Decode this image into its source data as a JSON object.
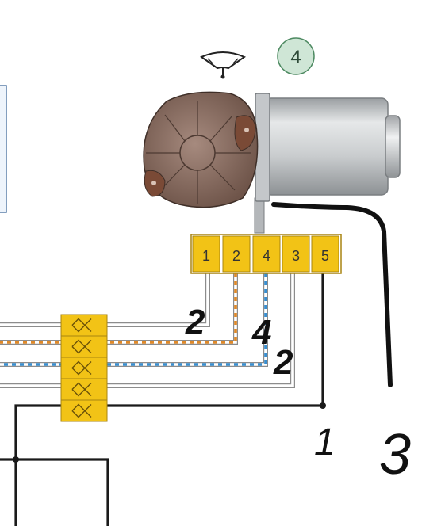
{
  "badge": {
    "label": "4",
    "fill": "#cfe6d6",
    "stroke": "#4e8a62"
  },
  "connector": {
    "fill": "#f2c316",
    "stroke": "#a88410",
    "pins": [
      "1",
      "2",
      "4",
      "3",
      "5"
    ]
  },
  "terminal_block": {
    "fill": "#f2c316",
    "rows": 5
  },
  "wire_colors": {
    "white": "#ffffff",
    "orange_stripe": "#e08a2a",
    "blue_stripe": "#3a8fd0",
    "black": "#1a1a1a",
    "outline": "#8c8c8c"
  },
  "motor": {
    "body_color": "#cfd2d4",
    "gearbox_color": "#8a6e62"
  },
  "handwritten": {
    "pin2_top": "2",
    "pin4": "4",
    "pin2_lower": "2",
    "pin1": "1",
    "label3": "3"
  },
  "icons": [
    "wiper-icon",
    "motor-icon"
  ]
}
